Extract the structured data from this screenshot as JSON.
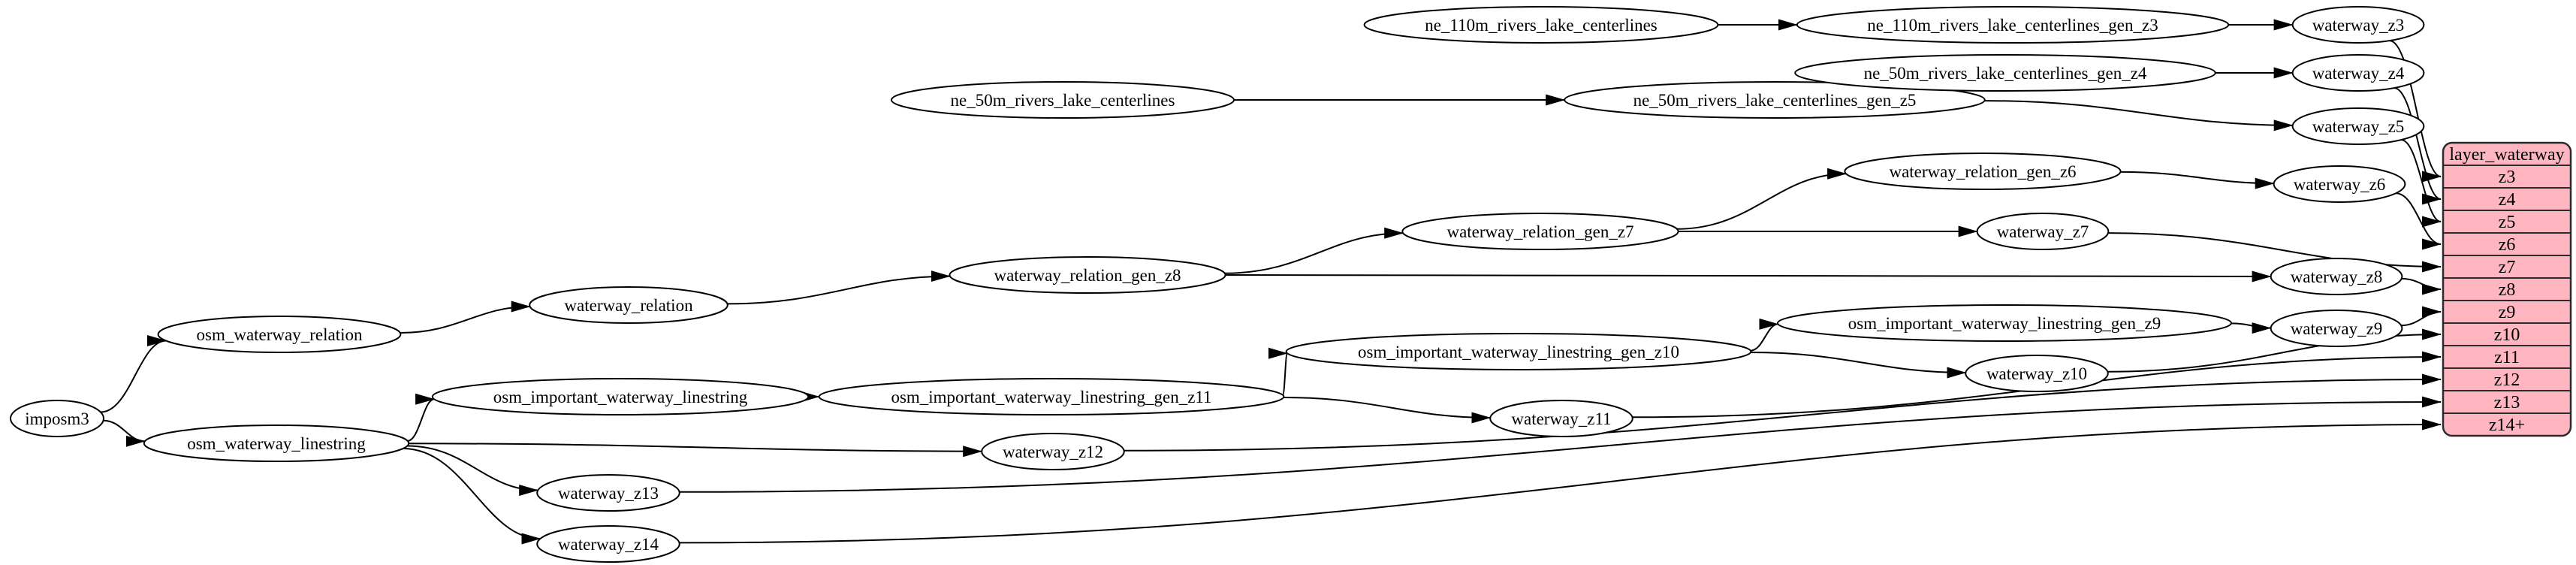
{
  "colors": {
    "table_fill": "#ffb6c1",
    "node_fill": "#ffffff",
    "stroke": "#000000",
    "background": "#ffffff"
  },
  "nodes": [
    {
      "id": "imposm3",
      "label": "imposm3"
    },
    {
      "id": "osm_waterway_relation",
      "label": "osm_waterway_relation"
    },
    {
      "id": "osm_waterway_linestring",
      "label": "osm_waterway_linestring"
    },
    {
      "id": "waterway_relation",
      "label": "waterway_relation"
    },
    {
      "id": "waterway_relation_gen_z8",
      "label": "waterway_relation_gen_z8"
    },
    {
      "id": "waterway_relation_gen_z7",
      "label": "waterway_relation_gen_z7"
    },
    {
      "id": "waterway_relation_gen_z6",
      "label": "waterway_relation_gen_z6"
    },
    {
      "id": "ne_110m_rivers_lake_centerlines",
      "label": "ne_110m_rivers_lake_centerlines"
    },
    {
      "id": "ne_110m_rivers_lake_centerlines_gen_z3",
      "label": "ne_110m_rivers_lake_centerlines_gen_z3"
    },
    {
      "id": "ne_50m_rivers_lake_centerlines",
      "label": "ne_50m_rivers_lake_centerlines"
    },
    {
      "id": "ne_50m_rivers_lake_centerlines_gen_z5",
      "label": "ne_50m_rivers_lake_centerlines_gen_z5"
    },
    {
      "id": "ne_50m_rivers_lake_centerlines_gen_z4",
      "label": "ne_50m_rivers_lake_centerlines_gen_z4"
    },
    {
      "id": "osm_important_waterway_linestring",
      "label": "osm_important_waterway_linestring"
    },
    {
      "id": "osm_important_waterway_linestring_gen_z11",
      "label": "osm_important_waterway_linestring_gen_z11"
    },
    {
      "id": "osm_important_waterway_linestring_gen_z10",
      "label": "osm_important_waterway_linestring_gen_z10"
    },
    {
      "id": "osm_important_waterway_linestring_gen_z9",
      "label": "osm_important_waterway_linestring_gen_z9"
    },
    {
      "id": "waterway_z3",
      "label": "waterway_z3"
    },
    {
      "id": "waterway_z4",
      "label": "waterway_z4"
    },
    {
      "id": "waterway_z5",
      "label": "waterway_z5"
    },
    {
      "id": "waterway_z6",
      "label": "waterway_z6"
    },
    {
      "id": "waterway_z7",
      "label": "waterway_z7"
    },
    {
      "id": "waterway_z8",
      "label": "waterway_z8"
    },
    {
      "id": "waterway_z9",
      "label": "waterway_z9"
    },
    {
      "id": "waterway_z10",
      "label": "waterway_z10"
    },
    {
      "id": "waterway_z11",
      "label": "waterway_z11"
    },
    {
      "id": "waterway_z12",
      "label": "waterway_z12"
    },
    {
      "id": "waterway_z13",
      "label": "waterway_z13"
    },
    {
      "id": "waterway_z14",
      "label": "waterway_z14"
    }
  ],
  "table": {
    "title": "layer_waterway",
    "rows": [
      "z3",
      "z4",
      "z5",
      "z6",
      "z7",
      "z8",
      "z9",
      "z10",
      "z11",
      "z12",
      "z13",
      "z14+"
    ]
  },
  "edges": [
    [
      "ne_110m_rivers_lake_centerlines",
      "ne_110m_rivers_lake_centerlines_gen_z3"
    ],
    [
      "ne_110m_rivers_lake_centerlines_gen_z3",
      "waterway_z3"
    ],
    [
      "ne_50m_rivers_lake_centerlines",
      "ne_50m_rivers_lake_centerlines_gen_z5"
    ],
    [
      "ne_50m_rivers_lake_centerlines_gen_z5",
      "ne_50m_rivers_lake_centerlines_gen_z4"
    ],
    [
      "ne_50m_rivers_lake_centerlines_gen_z5",
      "waterway_z5"
    ],
    [
      "ne_50m_rivers_lake_centerlines_gen_z4",
      "waterway_z4"
    ],
    [
      "waterway_relation_gen_z6",
      "waterway_z6"
    ],
    [
      "waterway_relation_gen_z7",
      "waterway_relation_gen_z6"
    ],
    [
      "waterway_relation_gen_z7",
      "waterway_z7"
    ],
    [
      "waterway_relation_gen_z8",
      "waterway_relation_gen_z7"
    ],
    [
      "waterway_relation_gen_z8",
      "waterway_z8"
    ],
    [
      "waterway_relation",
      "waterway_relation_gen_z8"
    ],
    [
      "osm_waterway_relation",
      "waterway_relation"
    ],
    [
      "imposm3",
      "osm_waterway_relation"
    ],
    [
      "imposm3",
      "osm_waterway_linestring"
    ],
    [
      "osm_waterway_linestring",
      "osm_important_waterway_linestring"
    ],
    [
      "osm_waterway_linestring",
      "waterway_z12"
    ],
    [
      "osm_waterway_linestring",
      "waterway_z13"
    ],
    [
      "osm_waterway_linestring",
      "waterway_z14"
    ],
    [
      "osm_important_waterway_linestring",
      "osm_important_waterway_linestring_gen_z11"
    ],
    [
      "osm_important_waterway_linestring_gen_z11",
      "osm_important_waterway_linestring_gen_z10"
    ],
    [
      "osm_important_waterway_linestring_gen_z11",
      "waterway_z11"
    ],
    [
      "osm_important_waterway_linestring_gen_z10",
      "osm_important_waterway_linestring_gen_z9"
    ],
    [
      "osm_important_waterway_linestring_gen_z10",
      "waterway_z10"
    ],
    [
      "osm_important_waterway_linestring_gen_z9",
      "waterway_z9"
    ],
    [
      "waterway_z3",
      "row:z3"
    ],
    [
      "waterway_z4",
      "row:z4"
    ],
    [
      "waterway_z5",
      "row:z5"
    ],
    [
      "waterway_z6",
      "row:z6"
    ],
    [
      "waterway_z7",
      "row:z7"
    ],
    [
      "waterway_z8",
      "row:z8"
    ],
    [
      "waterway_z9",
      "row:z9"
    ],
    [
      "waterway_z10",
      "row:z10"
    ],
    [
      "waterway_z11",
      "row:z11"
    ],
    [
      "waterway_z12",
      "row:z12"
    ],
    [
      "waterway_z13",
      "row:z13"
    ],
    [
      "waterway_z14",
      "row:z14+"
    ]
  ]
}
